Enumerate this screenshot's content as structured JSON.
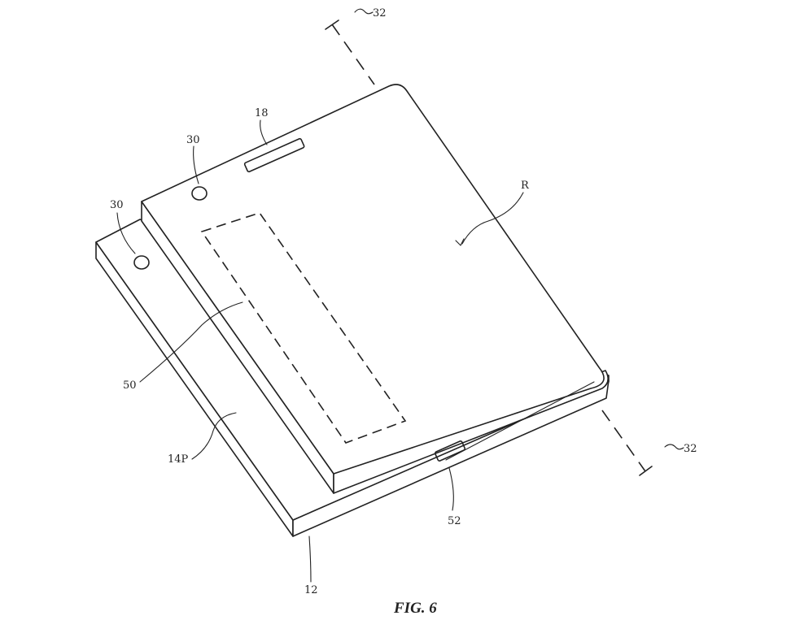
{
  "figure": {
    "caption": "FIG. 6",
    "labels": {
      "axis_top": "32",
      "axis_bottom": "32",
      "speaker": "18",
      "sensor_upper": "30",
      "sensor_lower": "30",
      "region": "R",
      "window": "50",
      "panel": "14P",
      "slot": "52",
      "housing": "12"
    }
  }
}
